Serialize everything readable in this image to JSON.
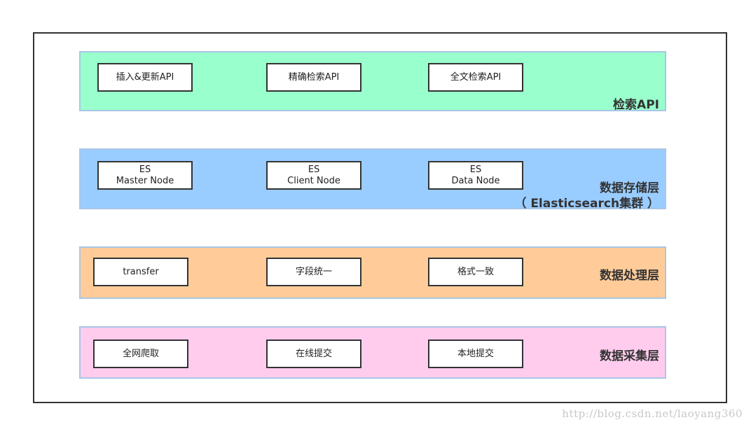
{
  "layers": {
    "api": {
      "title": "检索API",
      "nodes": [
        "插入&更新API",
        "精确检索API",
        "全文检索API"
      ]
    },
    "storage": {
      "title": "数据存储层",
      "subtitle": "（ Elasticsearch集群 ）",
      "nodes": [
        {
          "line1": "ES",
          "line2": "Master Node"
        },
        {
          "line1": "ES",
          "line2": "Client Node"
        },
        {
          "line1": "ES",
          "line2": "Data Node"
        }
      ]
    },
    "processing": {
      "title": "数据处理层",
      "nodes": [
        "transfer",
        "字段统一",
        "格式一致"
      ]
    },
    "collection": {
      "title": "数据采集层",
      "nodes": [
        "全网爬取",
        "在线提交",
        "本地提交"
      ]
    }
  },
  "watermark": "http://blog.csdn.net/laoyang360",
  "colors": {
    "api_layer": "#99ffcc",
    "storage_layer": "#99ccff",
    "processing_layer": "#ffcc99",
    "collection_layer": "#ffccee"
  }
}
